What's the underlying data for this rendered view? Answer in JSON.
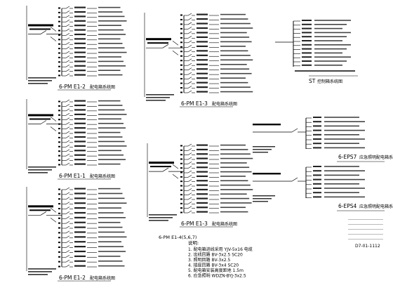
{
  "panels": [
    {
      "id": "p1",
      "label": "6-PM E1-2",
      "title_cn": "配电箱系统图"
    },
    {
      "id": "p2",
      "label": "6-PM E1-1",
      "title_cn": "配电箱系统图"
    },
    {
      "id": "p3",
      "label": "6-PM E1-2",
      "title_cn": "配电箱系统图"
    },
    {
      "id": "p4",
      "label": "6-PM E1-3",
      "title_cn": "配电箱系统图"
    },
    {
      "id": "p5",
      "label": "6-PM E1-3",
      "sublabel": "6-PM E1-4(5,6,7)",
      "title_cn": "配电箱系统图"
    },
    {
      "id": "p6",
      "label": "6-EPS7",
      "title_cn": "应急照明配电箱系统图"
    },
    {
      "id": "p7",
      "label": "6-EPS4",
      "title_cn": "应急照明配电箱系统图"
    },
    {
      "id": "p8",
      "label": "ST",
      "title_cn": "控制箱系统图"
    }
  ],
  "notes": {
    "header": "说明:",
    "lines": [
      "1. 配电箱进线采用 YJV-5x16 电缆",
      "2. 出线回路 BV-3x2.5 SC20",
      "3. 照明回路 BV-3x2.5",
      "4. 插座回路 BV-3x4 SC20",
      "5. 配电箱安装高度距地 1.5m",
      "6. 应急照明 WDZN-BYJ-3x2.5"
    ]
  },
  "drawing_no": "D7-01-1112"
}
